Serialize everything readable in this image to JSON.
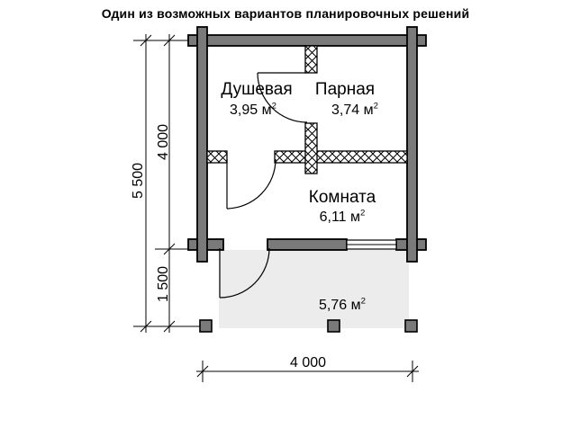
{
  "title": "Один из возможных вариантов планировочных решений",
  "rooms": {
    "shower": {
      "name": "Душевая",
      "area": "3,95 м",
      "area_sup": "2"
    },
    "steam": {
      "name": "Парная",
      "area": "3,74 м",
      "area_sup": "2"
    },
    "living": {
      "name": "Комната",
      "area": "6,11 м",
      "area_sup": "2"
    },
    "terrace": {
      "area": "5,76 м",
      "area_sup": "2"
    }
  },
  "dimensions": {
    "total_height": "5 500",
    "upper_height": "4 000",
    "lower_height": "1 500",
    "width": "4 000"
  },
  "colors": {
    "wall": "#7a7a7a",
    "terrace_fill": "#ececec",
    "line": "#000000",
    "background": "#ffffff"
  }
}
